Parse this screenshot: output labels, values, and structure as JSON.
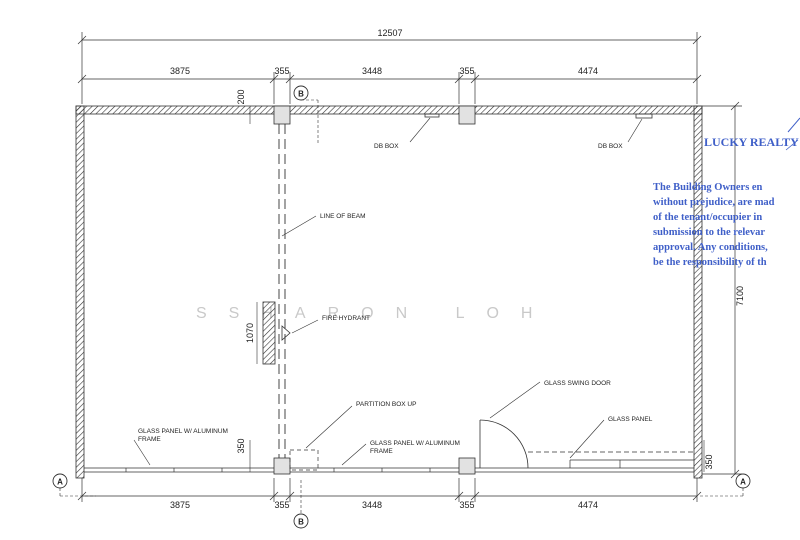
{
  "dimensions": {
    "overall_width": "12507",
    "top_segments": [
      "3875",
      "355",
      "3448",
      "355",
      "4474"
    ],
    "bottom_segments": [
      "3875",
      "355",
      "3448",
      "355",
      "4474"
    ],
    "top_wall": "200",
    "bottom_wall": "350",
    "bottom_wall_right": "350",
    "overall_height": "7100",
    "hydrant_length": "1070"
  },
  "grid_markers": {
    "b_top": "B",
    "b_bottom": "B",
    "a_left": "A",
    "a_right": "A"
  },
  "labels": {
    "db_box_1": "DB BOX",
    "db_box_2": "DB BOX",
    "line_of_beam": "LINE OF BEAM",
    "fire_hydrant": "FIRE HYDRANT",
    "partition_box_up": "PARTITION BOX UP",
    "glass_swing_door": "GLASS SWING DOOR",
    "glass_panel": "GLASS PANEL",
    "glass_panel_left_1": "GLASS PANEL W/ ALUMINUM",
    "glass_panel_left_2": "FRAME",
    "glass_panel_mid_1": "GLASS PANEL W/ ALUMINUM",
    "glass_panel_mid_2": "FRAME"
  },
  "watermark": "SSHARON LOH",
  "stamp": {
    "title": "LUCKY REALTY C",
    "lines": [
      "The Building Owners en",
      "without prejudice, are mad",
      "of the tenant/occupier in",
      "submission to the relevar",
      "approval. Any conditions,",
      "be the responsibility of th"
    ],
    "color": "#3f5fc8"
  }
}
